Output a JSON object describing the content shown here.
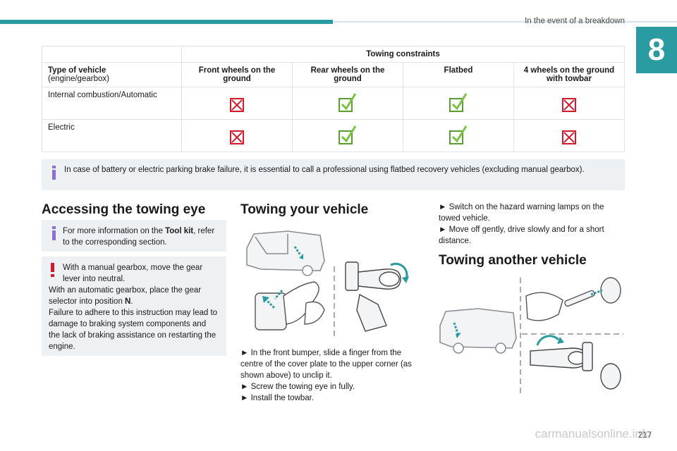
{
  "header": {
    "section_title": "In the event of a breakdown",
    "chapter_number": "8",
    "accent_color": "#2a9ba0"
  },
  "table": {
    "group_header": "Towing constraints",
    "type_header_bold": "Type of vehicle",
    "type_header_sub": "(engine/gearbox)",
    "columns": [
      "Front wheels on the ground",
      "Rear wheels on the ground",
      "Flatbed",
      "4 wheels on the ground with towbar"
    ],
    "rows": [
      {
        "label": "Internal combustion/Automatic",
        "marks": [
          "no",
          "yes",
          "yes",
          "no"
        ]
      },
      {
        "label": "Electric",
        "marks": [
          "no",
          "yes",
          "yes",
          "no"
        ]
      }
    ]
  },
  "info_note": "In case of battery or electric parking brake failure, it is essential to call a professional using flatbed recovery vehicles (excluding manual gearbox).",
  "accessing": {
    "title": "Accessing the towing eye",
    "note_pre": "For more information on the ",
    "note_bold": "Tool kit",
    "note_post": ", refer to the corresponding section.",
    "warning_line1": "With a manual gearbox, move the gear lever into neutral.",
    "warning_line2_pre": "With an automatic gearbox, place the gear selector into position ",
    "warning_line2_bold": "N",
    "warning_line2_post": ".",
    "warning_line3": "Failure to adhere to this instruction may lead to damage to braking system components and the lack of braking assistance on restarting the engine."
  },
  "towing_your_vehicle": {
    "title": "Towing your vehicle",
    "steps": [
      "► In the front bumper, slide a finger from the centre of the cover plate to the upper corner (as shown above) to unclip it.",
      "► Screw the towing eye in fully.",
      "► Install the towbar."
    ]
  },
  "towing_another": {
    "intro_steps": [
      "► Switch on the hazard warning lamps on the towed vehicle.",
      "► Move off gently, drive slowly and for a short distance."
    ],
    "title": "Towing another vehicle"
  },
  "footer": {
    "page_number": "217",
    "watermark": "carmanualsonline.info"
  }
}
